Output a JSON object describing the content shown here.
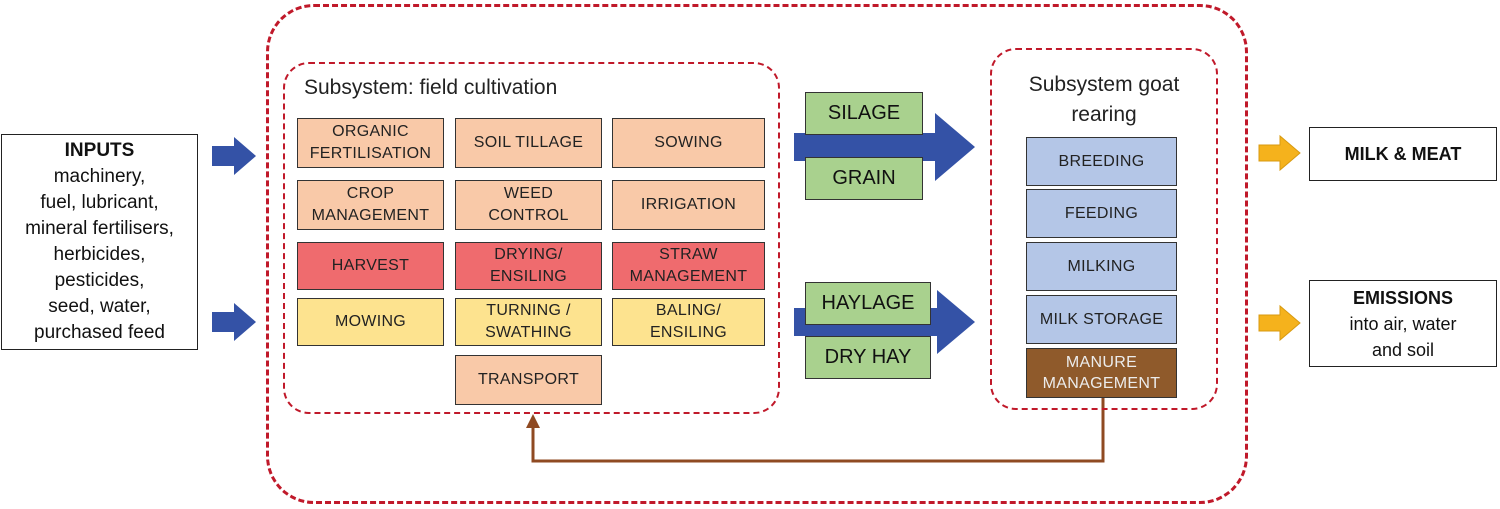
{
  "inputs": {
    "title": "INPUTS",
    "body": "machinery,\nfuel, lubricant,\nmineral fertilisers,\nherbicides,\npesticides,\nseed, water,\npurchased feed"
  },
  "field_subsystem": {
    "title": "Subsystem: field cultivation",
    "rows": [
      [
        "ORGANIC\nFERTILISATION",
        "SOIL TILLAGE",
        "SOWING"
      ],
      [
        "CROP\nMANAGEMENT",
        "WEED\nCONTROL",
        "IRRIGATION"
      ],
      [
        "HARVEST",
        "DRYING/\nENSILING",
        "STRAW\nMANAGEMENT"
      ],
      [
        "MOWING",
        "TURNING /\nSWATHING",
        "BALING/\nENSILING"
      ],
      [
        "TRANSPORT"
      ]
    ]
  },
  "products": {
    "silage": "SILAGE",
    "grain": "GRAIN",
    "haylage": "HAYLAGE",
    "dry_hay": "DRY HAY"
  },
  "goat_subsystem": {
    "title": "Subsystem goat\nrearing",
    "items": [
      "BREEDING",
      "FEEDING",
      "MILKING",
      "MILK STORAGE",
      "MANURE\nMANAGEMENT"
    ]
  },
  "outputs": {
    "milk_meat": "MILK & MEAT",
    "emissions_title": "EMISSIONS",
    "emissions_body": "into air, water\nand soil"
  },
  "colors": {
    "boundary": "#c0192a",
    "flow_arrow": "#3452a6",
    "output_arrow": "#f5b21c",
    "manure_return": "#8f4a22"
  }
}
